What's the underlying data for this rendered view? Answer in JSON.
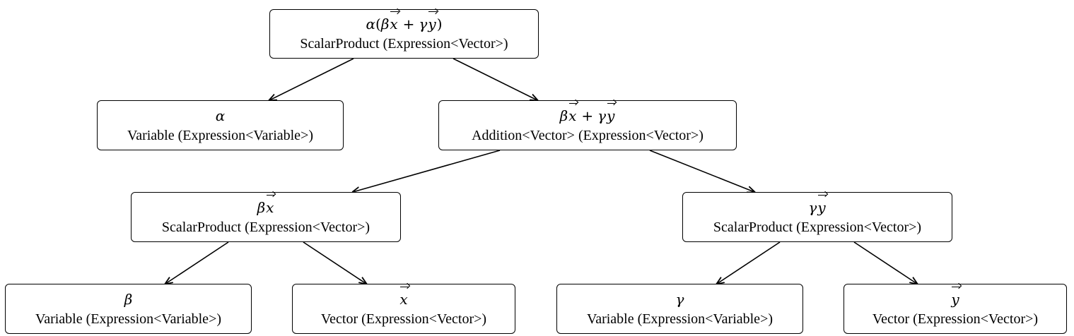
{
  "nodes": {
    "root": {
      "type": "ScalarProduct (Expression<Vector>)"
    },
    "alpha": {
      "type": "Variable (Expression<Variable>)"
    },
    "add": {
      "type": "Addition<Vector> (Expression<Vector>)"
    },
    "bx": {
      "type": "ScalarProduct (Expression<Vector>)"
    },
    "gy": {
      "type": "ScalarProduct (Expression<Vector>)"
    },
    "beta": {
      "type": "Variable (Expression<Variable>)"
    },
    "x": {
      "type": "Vector (Expression<Vector>)"
    },
    "gamma": {
      "type": "Variable (Expression<Variable>)"
    },
    "y": {
      "type": "Vector (Expression<Vector>)"
    }
  },
  "symbols": {
    "alpha": "α",
    "beta": "β",
    "gamma": "γ",
    "x": "x",
    "y": "y",
    "plus": "+",
    "lparen": "(",
    "rparen": ")"
  },
  "edges": [
    {
      "from": "root",
      "to": "alpha"
    },
    {
      "from": "root",
      "to": "add"
    },
    {
      "from": "add",
      "to": "bx"
    },
    {
      "from": "add",
      "to": "gy"
    },
    {
      "from": "bx",
      "to": "beta"
    },
    {
      "from": "bx",
      "to": "x"
    },
    {
      "from": "gy",
      "to": "gamma"
    },
    {
      "from": "gy",
      "to": "y"
    }
  ],
  "colors": {
    "stroke": "#000000",
    "background": "#ffffff"
  }
}
